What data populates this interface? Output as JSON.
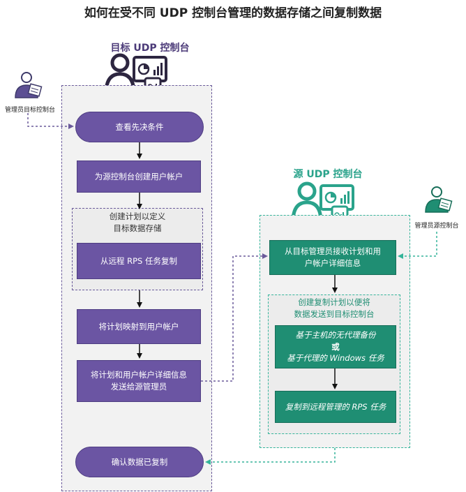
{
  "title": "如何在受不同 UDP 控制台管理的数据存储之间复制数据",
  "target_console": {
    "header": "目标 UDP 控制台",
    "admin_label": "管理员目标控制台",
    "steps": {
      "check_prereq": "查看先决条件",
      "create_user": "为源控制台创建用户帐户",
      "plan_group_label": "创建计划以定义\n目标数据存储",
      "replicate_rps": "从远程 RPS 任务复制",
      "map_plan": "将计划映射到用户帐户",
      "send_details": "将计划和用户帐户详细信息\n发送给源管理员",
      "confirm": "确认数据已复制"
    }
  },
  "source_console": {
    "header": "源 UDP 控制台",
    "admin_label": "管理员源控制台",
    "steps": {
      "receive": "从目标管理员接收计划和用\n户帐户详细信息",
      "plan_group_label": "创建复制计划以便将\n数据发送到目标控制台",
      "backup_line1": "基于主机的无代理备份",
      "backup_or": "或",
      "backup_line2": "基于代理的 Windows 任务",
      "replicate_remote": "复制到远程管理的 RPS 任务"
    }
  },
  "colors": {
    "purple": "#6b55a3",
    "teal": "#1f8e73",
    "purple_dash": "#6a5a9a",
    "teal_dash": "#35b49a"
  }
}
